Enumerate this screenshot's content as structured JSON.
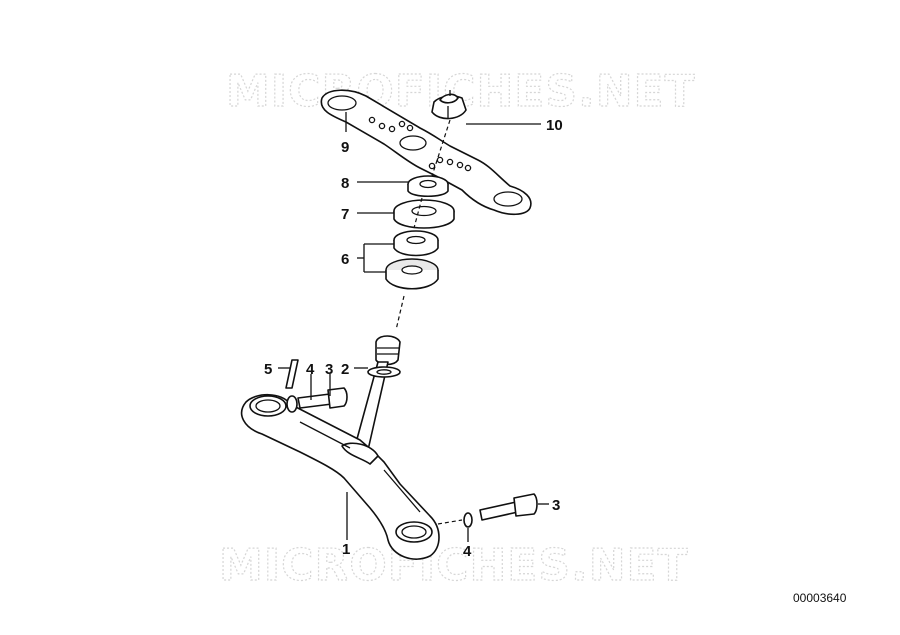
{
  "watermark": {
    "top": "MICROFICHES.NET",
    "bottom": "MICROFICHES.NET"
  },
  "reference_number": "00003640",
  "callouts": [
    {
      "id": "c10",
      "label": "10"
    },
    {
      "id": "c9",
      "label": "9"
    },
    {
      "id": "c8",
      "label": "8"
    },
    {
      "id": "c7",
      "label": "7"
    },
    {
      "id": "c6",
      "label": "6"
    },
    {
      "id": "c5",
      "label": "5"
    },
    {
      "id": "c4a",
      "label": "4"
    },
    {
      "id": "c3a",
      "label": "3"
    },
    {
      "id": "c2",
      "label": "2"
    },
    {
      "id": "c3b",
      "label": "3"
    },
    {
      "id": "c4b",
      "label": "4"
    },
    {
      "id": "c1",
      "label": "1"
    }
  ]
}
